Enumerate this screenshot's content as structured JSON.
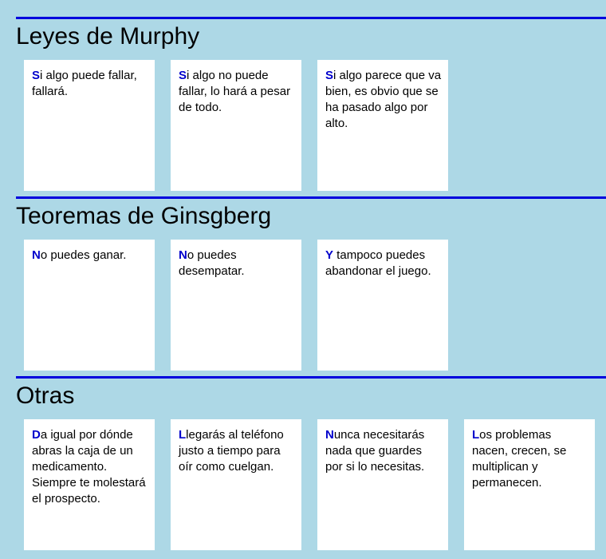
{
  "colors": {
    "background": "#add8e6",
    "rule": "#0000dd",
    "initial": "#0000cc",
    "card": "#ffffff"
  },
  "sections": [
    {
      "title": "Leyes de Murphy",
      "cards": [
        {
          "initial": "S",
          "rest": "i algo puede fallar, fallará."
        },
        {
          "initial": "S",
          "rest": "i algo no puede fallar, lo hará a pesar de todo."
        },
        {
          "initial": "S",
          "rest": "i algo parece que va bien, es obvio que se ha pasado algo por alto."
        }
      ]
    },
    {
      "title": "Teoremas de Ginsgberg",
      "cards": [
        {
          "initial": "N",
          "rest": "o puedes ganar."
        },
        {
          "initial": "N",
          "rest": "o puedes desempatar."
        },
        {
          "initial": "Y",
          "rest": " tampoco puedes abandonar el juego."
        }
      ]
    },
    {
      "title": "Otras",
      "cards": [
        {
          "initial": "D",
          "rest": "a igual por dónde abras la caja de un medicamento. Siempre te molestará el prospecto."
        },
        {
          "initial": "L",
          "rest": "legarás al teléfono justo a tiempo para oír como cuelgan."
        },
        {
          "initial": "N",
          "rest": "unca necesitarás nada que guardes por si lo necesitas."
        },
        {
          "initial": "L",
          "rest": "os problemas nacen, crecen, se multiplican y permanecen."
        }
      ]
    }
  ]
}
